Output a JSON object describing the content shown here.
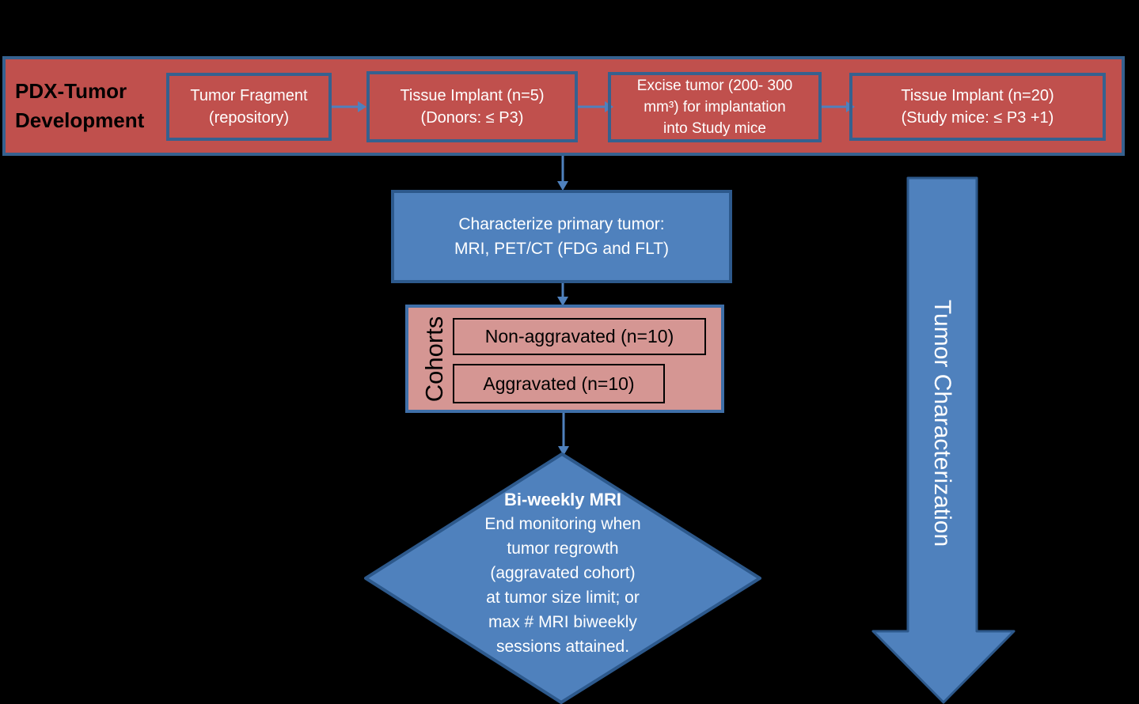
{
  "banner": {
    "label": "PDX-Tumor\nDevelopment",
    "boxes": [
      {
        "label": "Tumor Fragment\n(repository)"
      },
      {
        "label": "Tissue Implant (n=5)\n(Donors: ≤ P3)"
      },
      {
        "label": "Excise tumor (200- 300\nmm³) for implantation\ninto Study mice"
      },
      {
        "label": "Tissue Implant (n=20)\n(Study mice: ≤ P3 +1)"
      }
    ]
  },
  "characterize_box": {
    "label": "Characterize primary tumor:\nMRI, PET/CT (FDG and FLT)"
  },
  "cohorts": {
    "label": "Cohorts",
    "items": [
      {
        "label": "Non-aggravated (n=10)"
      },
      {
        "label": "Aggravated (n=10)"
      }
    ]
  },
  "decision_diamond": {
    "title": "Bi-weekly MRI",
    "body": "End monitoring when\ntumor regrowth\n(aggravated cohort)\nat tumor size limit; or\nmax # MRI biweekly\nsessions attained."
  },
  "side_arrow": {
    "label": "Tumor Characterization"
  },
  "colors": {
    "background": "#000000",
    "red_fill": "#c0504d",
    "steel_border": "#36618f",
    "blue_fill": "#4f81bd",
    "blue_border": "#2d598c",
    "pink_fill": "#d59693",
    "pink_border": "#3f6fa8",
    "connector_blue": "#4f81bd",
    "text_light": "#ffffff",
    "text_dark": "#000000"
  }
}
